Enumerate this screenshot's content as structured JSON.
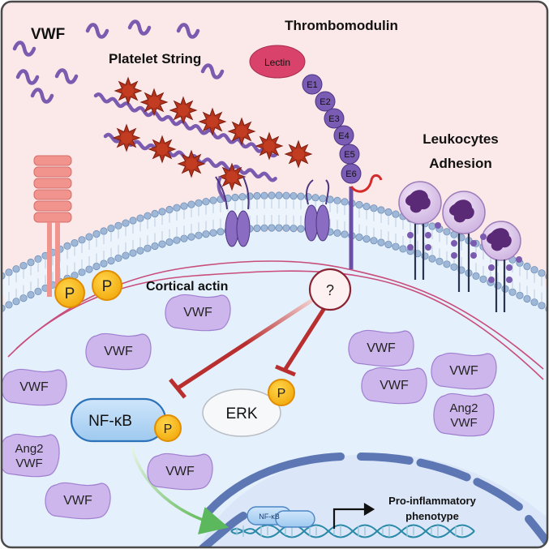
{
  "labels": {
    "vwf_outside": "VWF",
    "platelet_string": "Platelet String",
    "thrombomodulin": "Thrombomodulin",
    "leukocytes_line1": "Leukocytes",
    "leukocytes_line2": "Adhesion",
    "cortical_actin": "Cortical actin",
    "question": "?",
    "erk": "ERK",
    "nfkb": "NF-κB",
    "nfkb_small": "NF-κB",
    "pro_line1": "Pro-inflammatory",
    "pro_line2": "phenotype"
  },
  "phospho": "P",
  "tm_domains": [
    "Lectin",
    "E1",
    "E2",
    "E3",
    "E4",
    "E5",
    "E6"
  ],
  "wpb_vesicles": [
    "VWF",
    "VWF",
    "VWF",
    "VWF",
    "VWF",
    "VWF",
    "VWF",
    "VWF"
  ],
  "ang2_vesicles": [
    {
      "line1": "Ang2",
      "line2": "VWF"
    },
    {
      "line1": "Ang2",
      "line2": "VWF"
    }
  ],
  "colors": {
    "background_outside": "#fbe8e9",
    "cytoplasm": "#e4f0fb",
    "vwf_strand": "#7a5bb0",
    "platelet": "#b3321c",
    "wpb_fill": "#cdb6ec",
    "phospho_fill": "#f5c518",
    "inhibition": "#b92e2e",
    "activation": "#5cb85c",
    "nucleus": "#5c77b3",
    "actin": "#c94d7b"
  }
}
